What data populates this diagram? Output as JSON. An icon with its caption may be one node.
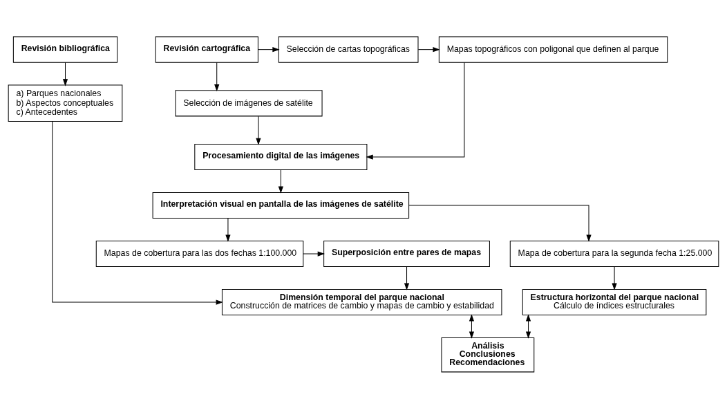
{
  "diagram": {
    "nodes": [
      {
        "text": [
          "Revisión bibliográfica"
        ]
      },
      {
        "text": [
          "a) Parques nacionales",
          "b) Aspectos conceptuales",
          "c) Antecedentes"
        ]
      },
      {
        "text": [
          "Revisión cartográfica"
        ]
      },
      {
        "text": [
          "Selección de cartas topográficas"
        ]
      },
      {
        "text": [
          "Mapas topográficos con poligonal que definen al parque"
        ]
      },
      {
        "text": [
          "Selección de imágenes de satélite"
        ]
      },
      {
        "text": [
          "Procesamiento digital de las imágenes"
        ]
      },
      {
        "text": [
          "Interpretación visual en pantalla de las imágenes de satélite"
        ]
      },
      {
        "text": [
          "Superposición entre pares de mapas"
        ]
      },
      {
        "text": [
          "Mapas de cobertura para las dos fechas 1:100.000"
        ]
      },
      {
        "text": [
          "Mapa de cobertura para la segunda fecha 1:25.000"
        ]
      },
      {
        "text": [
          "Dimensión temporal del parque nacional",
          "Construcción de matrices de cambio y mapas de cambio y estabilidad"
        ]
      },
      {
        "text": [
          "Estructura horizontal del parque nacional",
          "Cálculo de índices estructurales"
        ]
      },
      {
        "text": [
          "Análisis",
          "Conclusiones",
          "Recomendaciones"
        ]
      }
    ],
    "edges": [
      {
        "from": 0,
        "to": 1,
        "arrow": "to"
      },
      {
        "from": 2,
        "to": 3,
        "arrow": "to"
      },
      {
        "from": 3,
        "to": 4,
        "arrow": "to"
      },
      {
        "from": 2,
        "to": 5,
        "arrow": "to"
      },
      {
        "from": 4,
        "to": 6,
        "arrow": "to"
      },
      {
        "from": 5,
        "to": 6,
        "arrow": "to"
      },
      {
        "from": 6,
        "to": 7,
        "arrow": "to"
      },
      {
        "from": 7,
        "to": 9,
        "arrow": "to"
      },
      {
        "from": 7,
        "to": 10,
        "arrow": "to"
      },
      {
        "from": 9,
        "to": 8,
        "arrow": "to"
      },
      {
        "from": 8,
        "to": 11,
        "arrow": "to"
      },
      {
        "from": 1,
        "to": 11,
        "arrow": "to"
      },
      {
        "from": 10,
        "to": 12,
        "arrow": "to"
      },
      {
        "from": 11,
        "to": 13,
        "arrow": "both"
      },
      {
        "from": 12,
        "to": 13,
        "arrow": "both"
      }
    ]
  }
}
